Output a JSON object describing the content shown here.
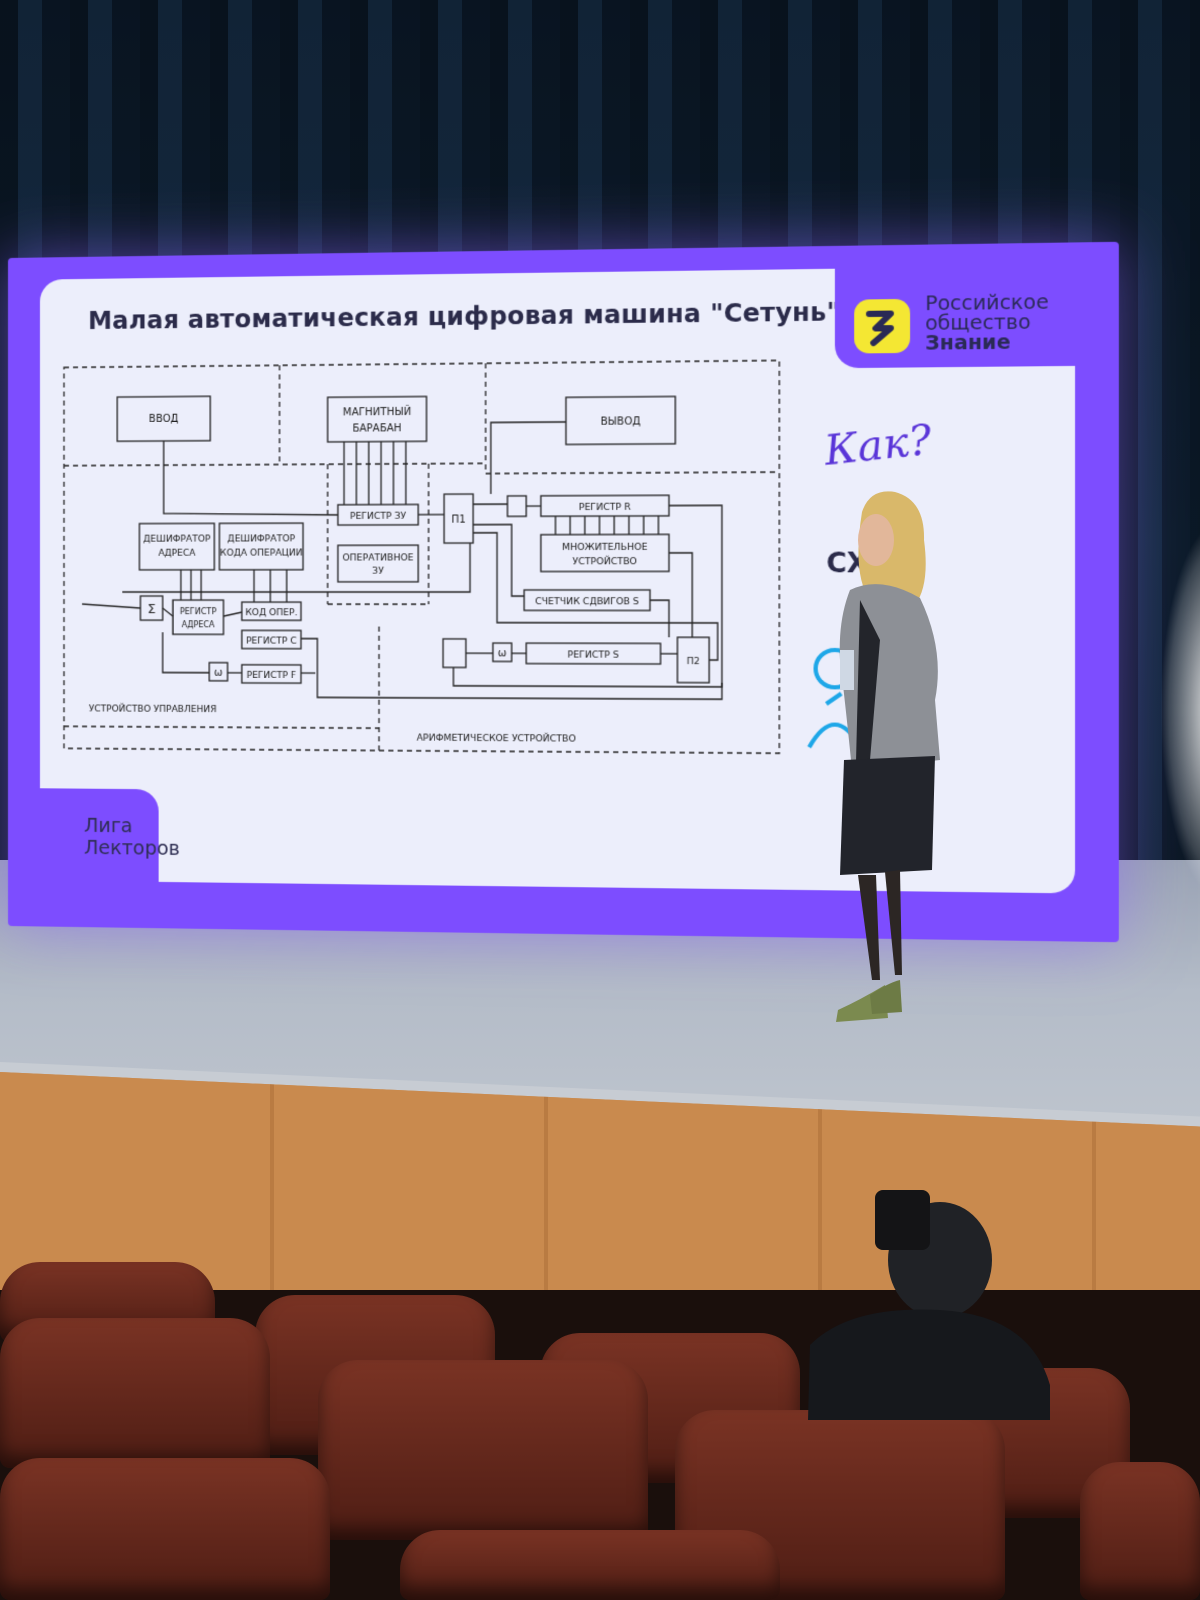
{
  "slide": {
    "title": "Малая автоматическая цифровая машина \"Сетунь\"",
    "logo_lines": [
      "Российское",
      "общество",
      "Знание"
    ],
    "liga_lines": [
      "Лига",
      "Лекторов"
    ],
    "handwritten": "Как?",
    "partial_word": "СХЕ"
  },
  "diagram": {
    "blocks": {
      "vvod": "ВВОД",
      "baraban": [
        "МАГНИТНЫЙ",
        "БАРАБАН"
      ],
      "vyvod": "ВЫВОД",
      "reg_zu": "РЕГИСТР ЗУ",
      "oper_zu": [
        "ОПЕРАТИВНОЕ",
        "ЗУ"
      ],
      "p1": "П1",
      "reg_r": "РЕГИСТР R",
      "mnoz": [
        "МНОЖИТЕЛЬНОЕ",
        "УСТРОЙСТВО"
      ],
      "desh_adr": [
        "ДЕШИФРАТОР",
        "АДРЕСА"
      ],
      "desh_kod": [
        "ДЕШИФРАТОР",
        "КОДА ОПЕРАЦИИ"
      ],
      "sigma": "Σ",
      "reg_adr": [
        "РЕГИСТР",
        "АДРЕСА"
      ],
      "kod_oper": "КОД ОПЕР.",
      "reg_c": "РЕГИСТР С",
      "omega": "ω",
      "reg_f": "РЕГИСТР F",
      "schetchik": "СЧЕТЧИК СДВИГОВ S",
      "reg_s": "РЕГИСТР S",
      "p2": "П2"
    },
    "labels": {
      "upr": "УСТРОЙСТВО УПРАВЛЕНИЯ",
      "arif": "АРИФМЕТИЧЕСКОЕ УСТРОЙСТВО"
    }
  },
  "colors": {
    "screen_frame": "#7d4dff",
    "slide_bg": "#eceefb",
    "logo_yellow": "#f4e733",
    "accent_handwriting": "#5a35d8"
  }
}
